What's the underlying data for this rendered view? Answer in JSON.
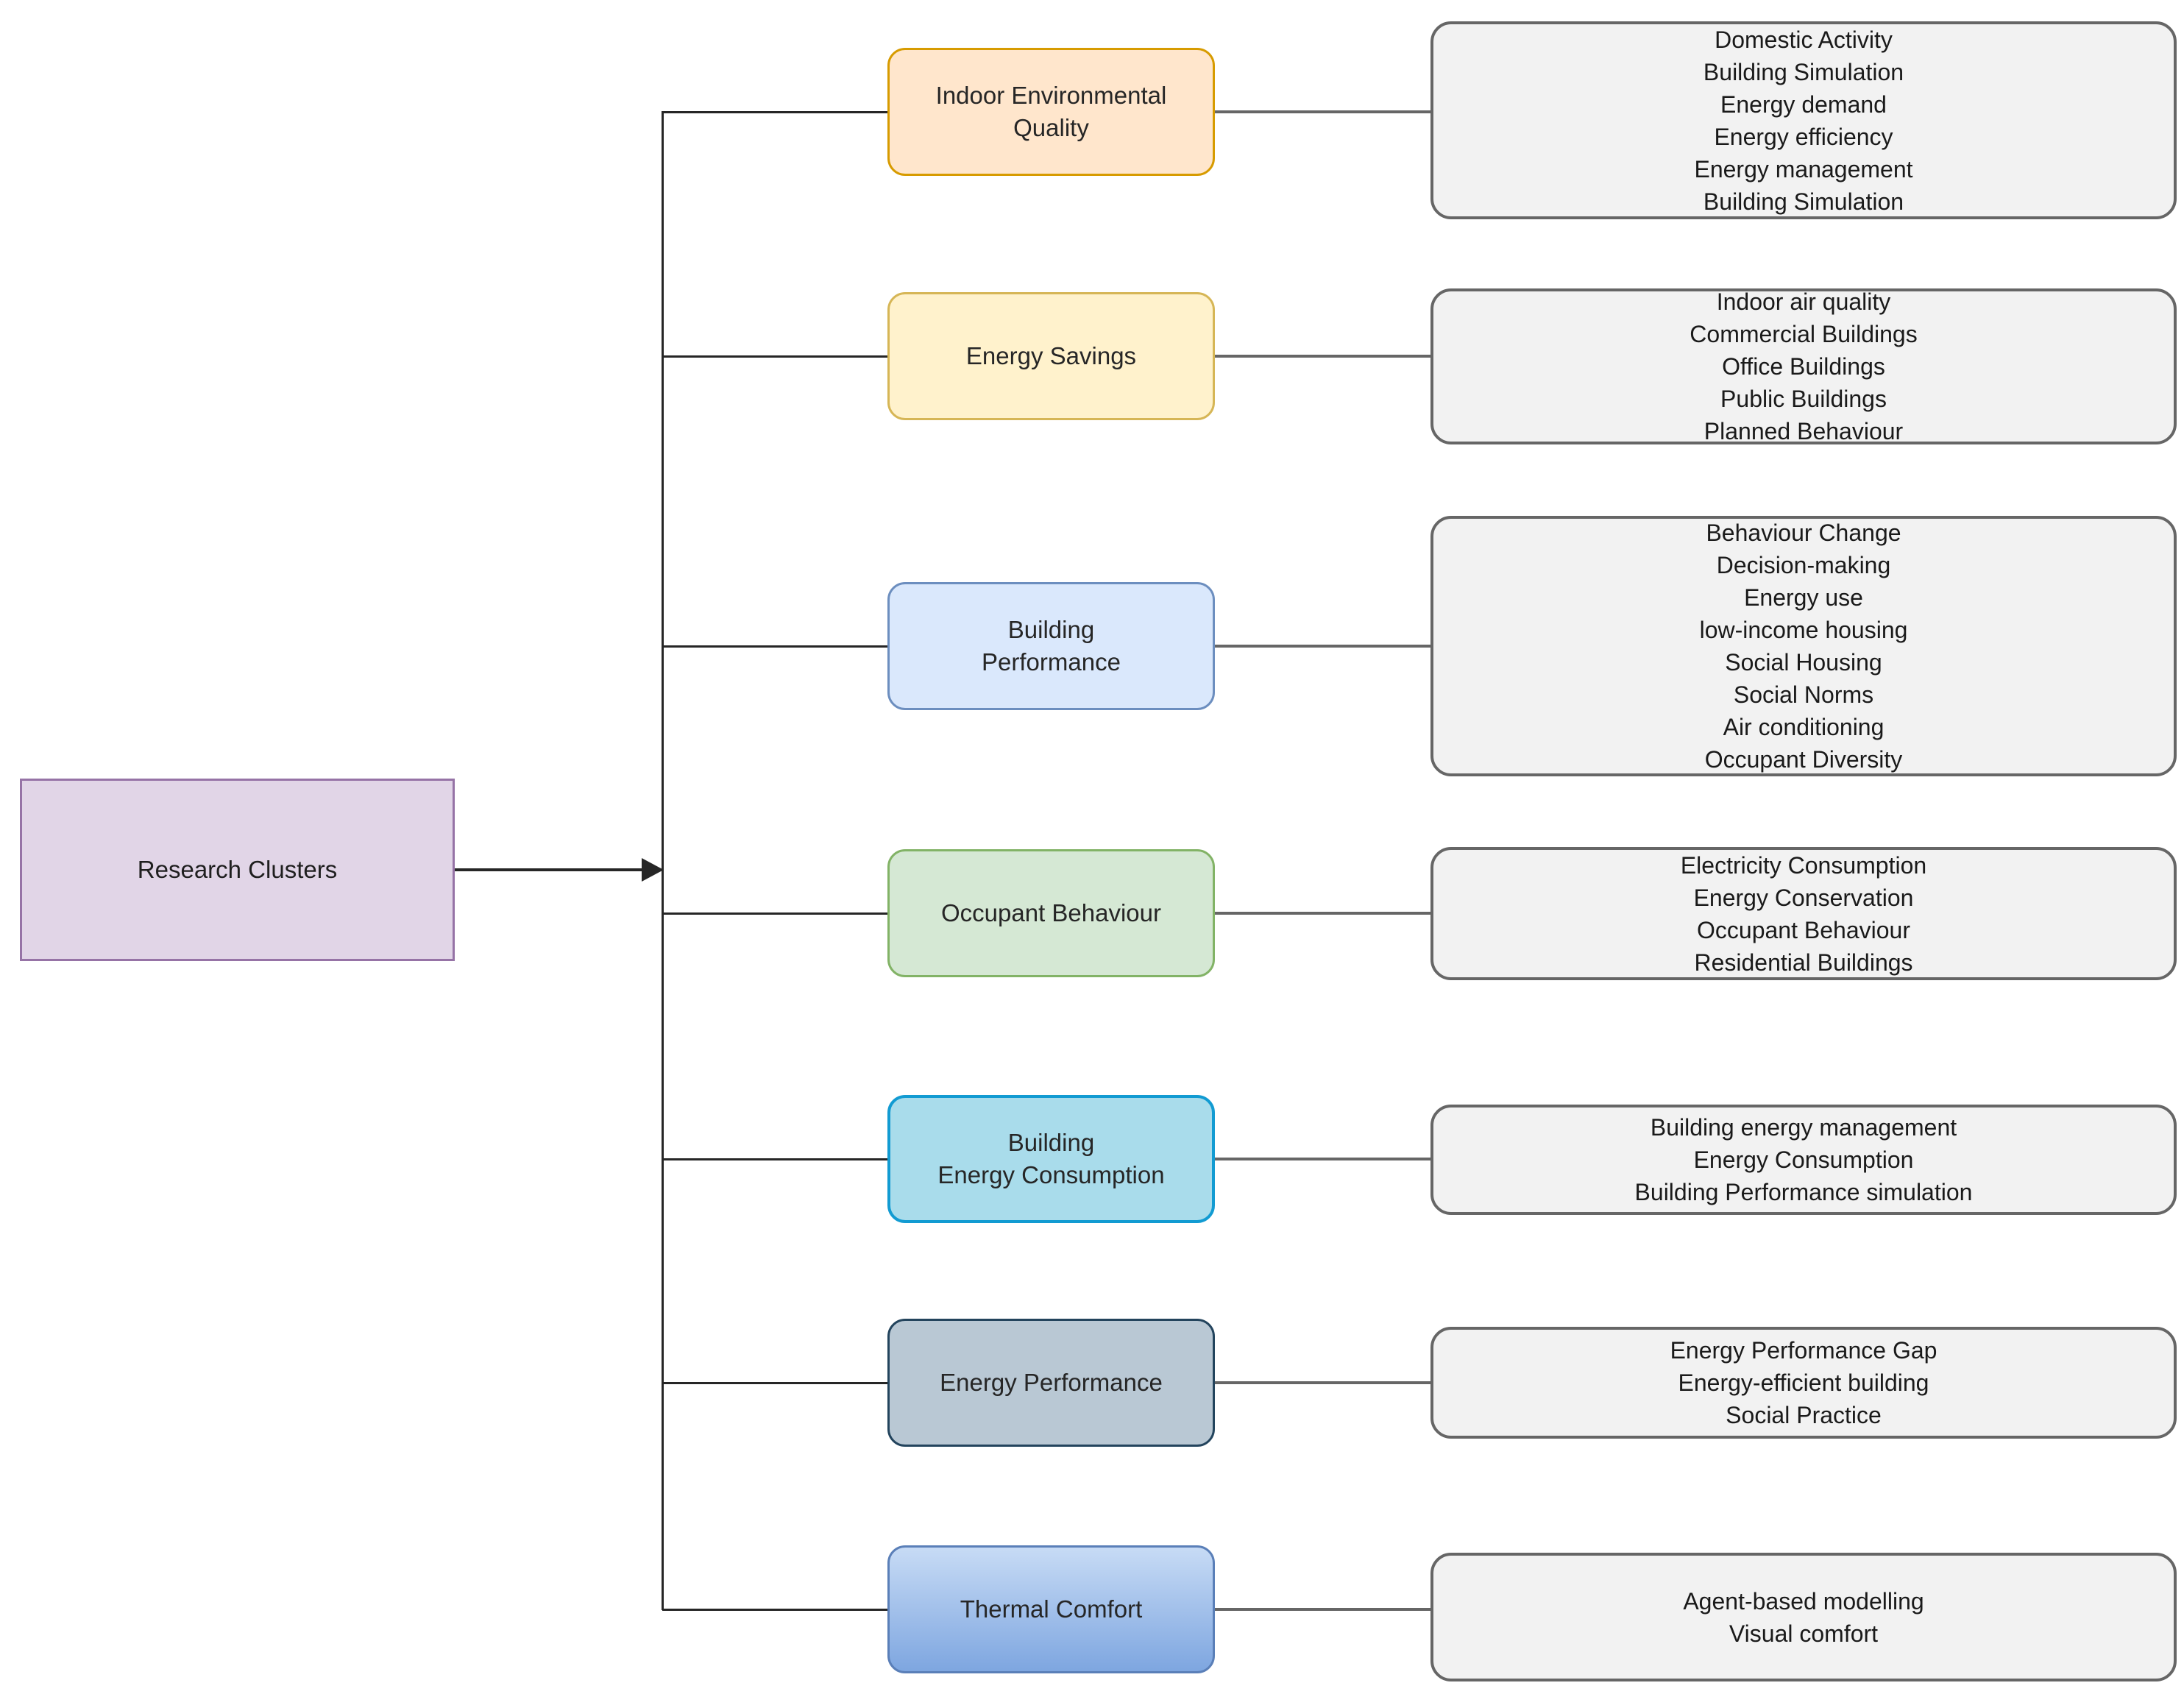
{
  "diagram": {
    "root": {
      "label": "Research Clusters",
      "fill": "#E1D5E7",
      "border": "#9673A6"
    },
    "tree_color": "#262626",
    "connector_color": "#666666",
    "keyword_box": {
      "fill": "#F2F2F2",
      "border": "#666666"
    },
    "clusters": [
      {
        "label": "Indoor Environmental\nQuality",
        "fill": "#FFE6CC",
        "border": "#D79B00",
        "keywords": [
          "Domestic Activity",
          "Building Simulation",
          "Energy demand",
          "Energy efficiency",
          "Energy management",
          "Building Simulation"
        ]
      },
      {
        "label": "Energy Savings",
        "fill": "#FFF2CC",
        "border": "#D6B656",
        "keywords": [
          "Indoor air quality",
          "Commercial Buildings",
          "Office Buildings",
          "Public Buildings",
          "Planned Behaviour"
        ]
      },
      {
        "label": "Building\nPerformance",
        "fill": "#DAE8FC",
        "border": "#6C8EBF",
        "keywords": [
          "Behaviour Change",
          "Decision-making",
          "Energy use",
          "low-income housing",
          "Social Housing",
          "Social Norms",
          "Air conditioning",
          "Occupant Diversity"
        ]
      },
      {
        "label": "Occupant Behaviour",
        "fill": "#D5E8D4",
        "border": "#82B366",
        "keywords": [
          "Electricity Consumption",
          "Energy Conservation",
          "Occupant Behaviour",
          "Residential Buildings"
        ]
      },
      {
        "label": "Building\nEnergy Consumption",
        "fill": "#A9DCEB",
        "border": "#129BD2",
        "keywords": [
          "Building energy management",
          "Energy Consumption",
          "Building Performance simulation"
        ]
      },
      {
        "label": "Energy Performance",
        "fill": "#B9C8D4",
        "border": "#23445D",
        "keywords": [
          "Energy Performance Gap",
          "Energy-efficient building",
          "Social Practice"
        ]
      },
      {
        "label": "Thermal Comfort",
        "fill_top": "#C7DBF5",
        "fill_bottom": "#7EA6E0",
        "border": "#5A7FB8",
        "keywords": [
          "Agent-based modelling",
          "Visual comfort"
        ]
      }
    ]
  }
}
